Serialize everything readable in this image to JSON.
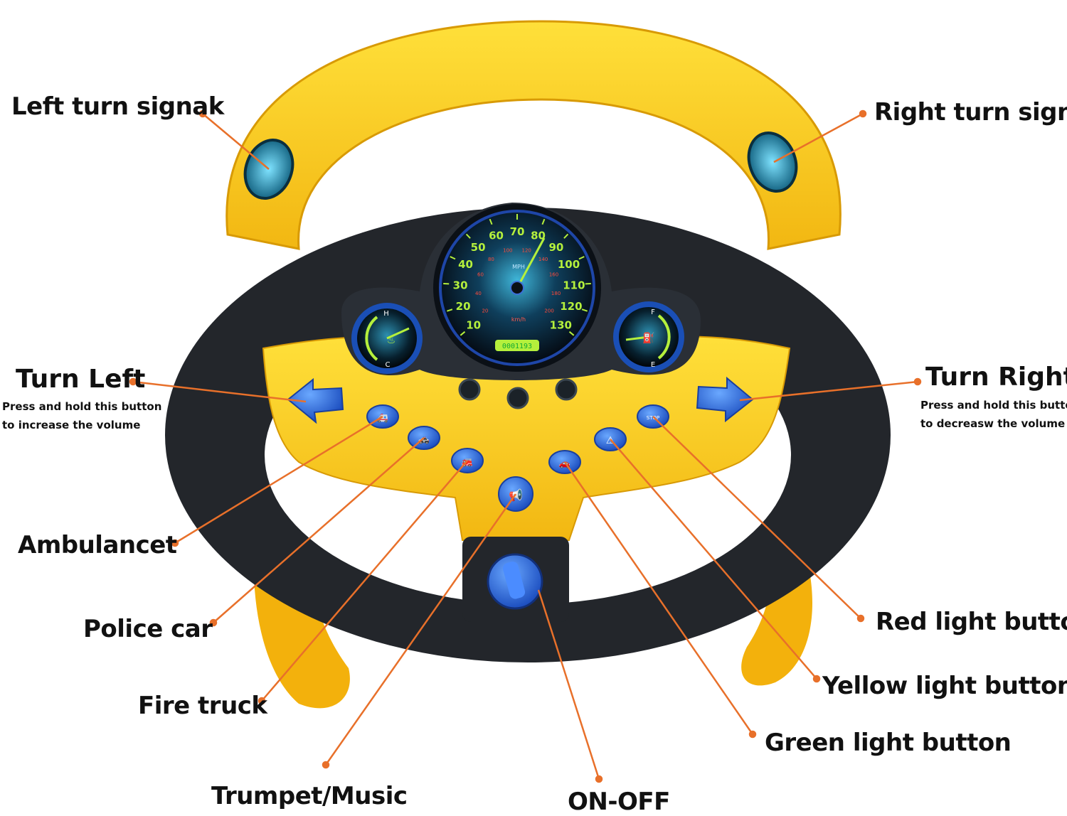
{
  "labels": {
    "left_turn_signal": "Left turn signak",
    "right_turn_signal": "Right turn signa",
    "turn_left": "Turn Left",
    "turn_left_note_1": "Press and hold this button",
    "turn_left_note_2": "to increase the volume",
    "turn_right": "Turn Right",
    "turn_right_note_1": "Press and hold this button",
    "turn_right_note_2": "to  decreasw the volume",
    "ambulance": "Ambulancet",
    "police_car": "Police car",
    "fire_truck": "Fire truck",
    "trumpet_music": "Trumpet/Music",
    "on_off": "ON-OFF",
    "red_light_button": "Red light button",
    "yellow_light_button": "Yellow light button",
    "green_light_button": "Green light button"
  },
  "gauge": {
    "unit_top": "MPH",
    "unit_bottom": "km/h",
    "odometer": "0001193",
    "mph_ticks": [
      "10",
      "20",
      "30",
      "40",
      "50",
      "60",
      "70",
      "80",
      "90",
      "100",
      "110",
      "120",
      "130"
    ],
    "kmh_ticks": [
      "20",
      "40",
      "60",
      "80",
      "100",
      "120",
      "140",
      "160",
      "180",
      "200"
    ],
    "temp_high": "H",
    "temp_low": "C",
    "fuel_full": "F",
    "fuel_empty": "E"
  },
  "buttons": {
    "stop_text": "STOP"
  },
  "colors": {
    "wheel_yellow": "#f7c51e",
    "wheel_black": "#23262b",
    "button_blue": "#2f6fe0",
    "leader_line": "#e8702a",
    "gauge_green": "#b5f03c"
  }
}
